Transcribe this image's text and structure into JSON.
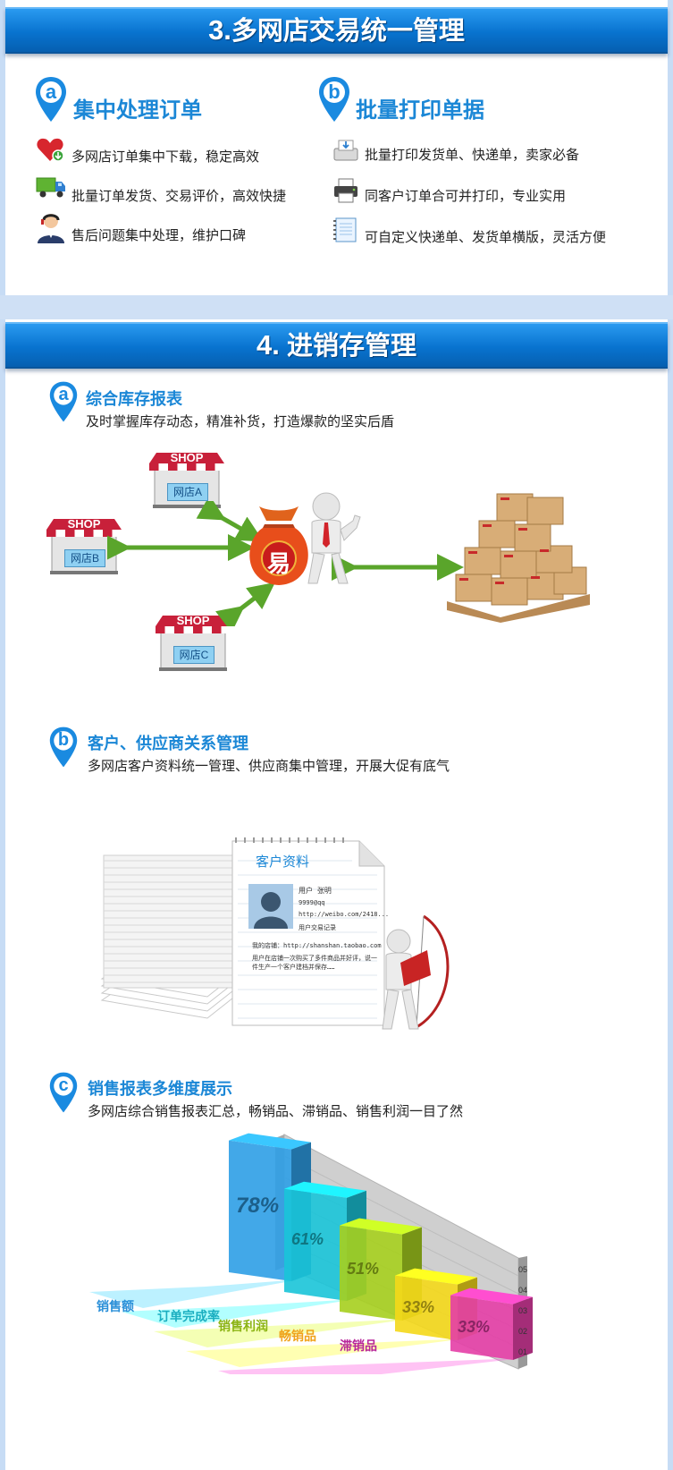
{
  "section3": {
    "number": "3.",
    "title": "多网店交易统一管理",
    "col_a": {
      "badge": "a",
      "title": "集中处理订单",
      "items": [
        {
          "icon": "heart-download-icon",
          "text": "多网店订单集中下载，稳定高效"
        },
        {
          "icon": "truck-icon",
          "text": "批量订单发货、交易评价，高效快捷"
        },
        {
          "icon": "customer-service-icon",
          "text": "售后问题集中处理，维护口碑"
        }
      ]
    },
    "col_b": {
      "badge": "b",
      "title": "批量打印单据",
      "items": [
        {
          "icon": "print-download-icon",
          "text": "批量打印发货单、快递单，卖家必备"
        },
        {
          "icon": "printer-icon",
          "text": "同客户订单合可并打印，专业实用"
        },
        {
          "icon": "notebook-icon",
          "text": "可自定义快递单、发货单横版，灵活方便"
        }
      ]
    }
  },
  "section4": {
    "number": "4.",
    "title": "进销存管理",
    "a": {
      "badge": "a",
      "title": "综合库存报表",
      "desc": "及时掌握库存动态，精准补货，打造爆款的坚实后盾",
      "shops": [
        {
          "sign": "SHOP",
          "label": "网店A"
        },
        {
          "sign": "SHOP",
          "label": "网店B"
        },
        {
          "sign": "SHOP",
          "label": "网店C"
        }
      ],
      "hub_char": "易"
    },
    "b": {
      "badge": "b",
      "title": "客户、供应商关系管理",
      "desc": "多网店客户资料统一管理、供应商集中管理，开展大促有底气",
      "card": {
        "title": "客户资料",
        "name": "用户 张明",
        "qq": "9999@qq",
        "weibo": "http://weibo.com/2418...",
        "note_label": "用户交易记录",
        "shop_line": "我的店铺：http://shanshan.taobao.com",
        "text_1": "用户在店铺一次购买了多件商品并好评，说一",
        "text_2": "件生产一个客户建档并保存……"
      }
    },
    "c": {
      "badge": "c",
      "title": "销售报表多维度展示",
      "desc": "多网店综合销售报表汇总，畅销品、滞销品、销售利润一目了然"
    }
  },
  "chart_data": {
    "type": "bar",
    "categories": [
      "销售额",
      "订单完成率",
      "销售利润",
      "畅销品",
      "滞销品"
    ],
    "values": [
      78,
      61,
      51,
      33,
      33
    ],
    "data_labels": [
      "78%",
      "61%",
      "51%",
      "33%",
      "33%"
    ],
    "colors": [
      "#2e9fe6",
      "#19c4d8",
      "#a6cf1e",
      "#f4d81a",
      "#e43ea6"
    ],
    "label_colors": [
      "#2a8fd8",
      "#1aaec0",
      "#8cb414",
      "#f0a21a",
      "#b8259a"
    ],
    "ticks": [
      "01",
      "02",
      "03",
      "04",
      "05"
    ]
  }
}
